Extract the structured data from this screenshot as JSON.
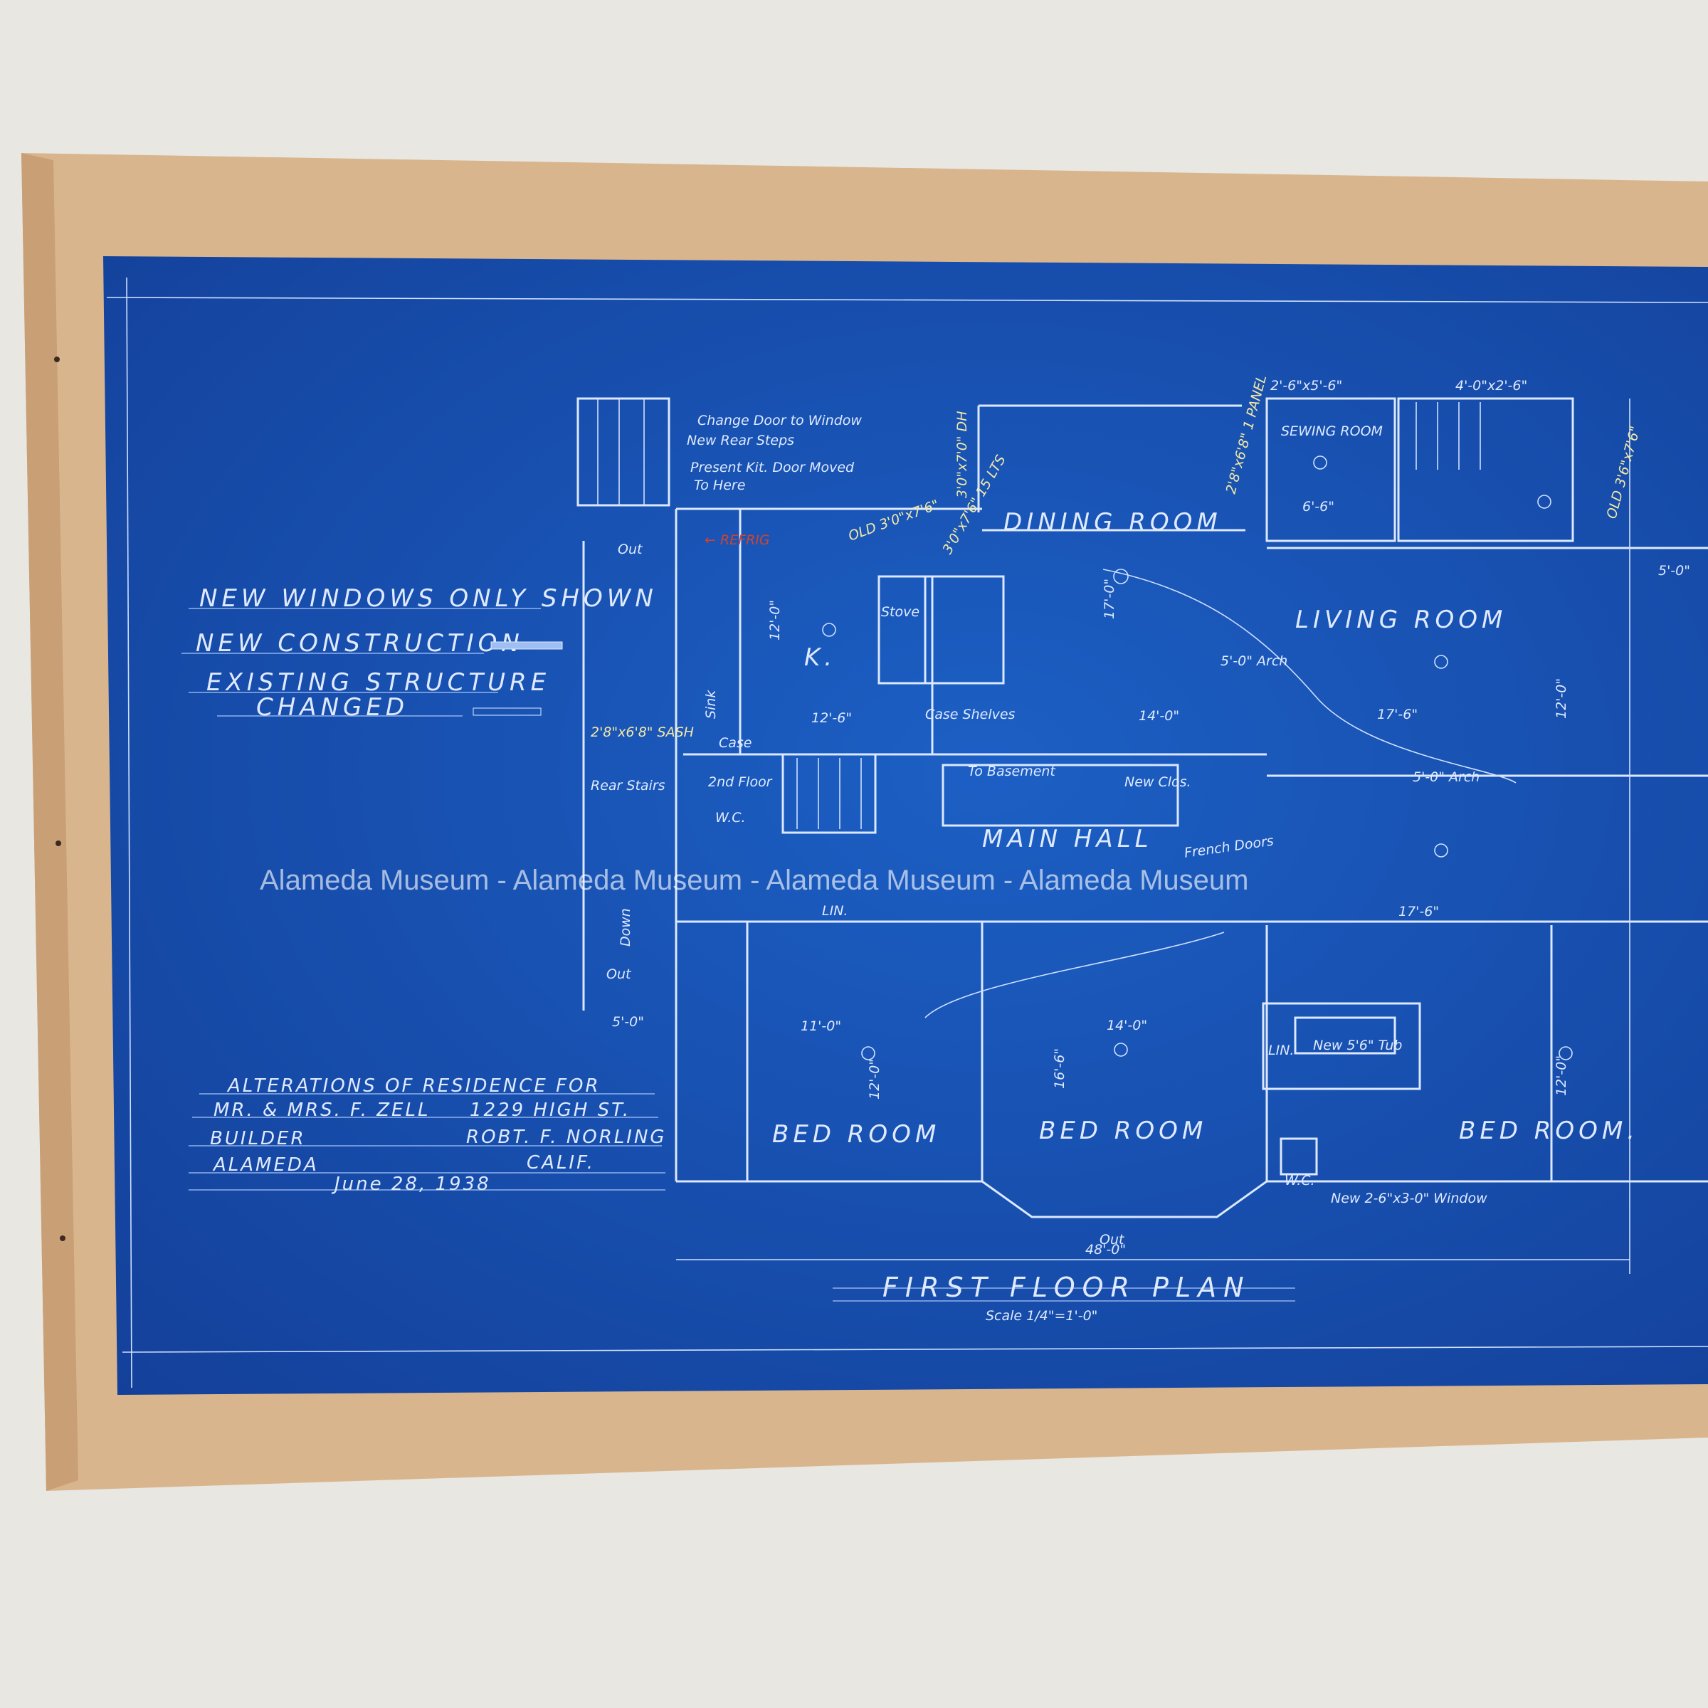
{
  "legend": {
    "line1": "NEW WINDOWS ONLY SHOWN",
    "line2": "NEW CONSTRUCTION",
    "line3": "EXISTING STRUCTURE",
    "line4": "CHANGED"
  },
  "title_block": {
    "line1": "ALTERATIONS OF RESIDENCE FOR",
    "owner": "MR. & MRS. F. ZELL",
    "address": "1229 HIGH ST.",
    "builder_label": "BUILDER",
    "builder": "ROBT. F. NORLING",
    "city": "ALAMEDA",
    "state": "CALIF.",
    "date": "June 28, 1938"
  },
  "notes": {
    "change_door": "Change Door to Window",
    "rear_steps": "New Rear Steps",
    "kit_door": "Present Kit. Door Moved",
    "to_here": "To Here",
    "refrig": "← REFRIG",
    "sash": "2'8\"x6'8\" SASH",
    "old_door": "OLD 3'0\"x7'6\"",
    "door_30": "3'0\"x7'6\" 15 LTS",
    "dh": "3'0\"x7'0\" DH",
    "panel": "2'8\"x6'8\" 1 PANEL",
    "old_right": "OLD 3'6\"x7'6\"",
    "new_window": "New 2-6\"x3-0\" Window",
    "new_tub": "New 5'6\" Tub",
    "french_doors": "French Doors"
  },
  "rooms": {
    "dining": "DINING ROOM",
    "living": "LIVING ROOM",
    "kitchen": "K.",
    "main_hall": "MAIN HALL",
    "sewing": "SEWING ROOM",
    "bed1": "BED ROOM",
    "bed2": "BED ROOM",
    "bed3": "BED ROOM."
  },
  "labels": {
    "out1": "Out",
    "out2": "Out",
    "out3": "Out",
    "stove": "Stove",
    "sink": "Sink",
    "case": "Case",
    "case_shelves": "Case  Shelves",
    "to_basement": "To Basement",
    "new_clos": "New Clos.",
    "rear_stairs": "Rear Stairs",
    "second_floor": "2nd Floor",
    "arch1": "5'-0\" Arch",
    "arch2": "5'-0\" Arch",
    "lin1": "LIN.",
    "lin2": "LIN.",
    "wc1": "W.C.",
    "wc2": "W.C.",
    "down": "Down"
  },
  "dimensions": {
    "d_12_6": "12'-6\"",
    "d_14_0a": "14'-0\"",
    "d_17_6a": "17'-6\"",
    "d_17_6b": "17'-6\"",
    "d_11_0": "11'-0\"",
    "d_14_0b": "14'-0\"",
    "d_5_0a": "5'-0\"",
    "d_5_0b": "5'-0\"",
    "d_12_0a": "12'-0\"",
    "d_17_0": "17'-0\"",
    "d_12_0b": "12'-0\"",
    "d_16_6": "16'-6\"",
    "d_12_0c": "12'-0\"",
    "d_12_0d": "12'-0\"",
    "d_48_0": "48'-0\"",
    "d_2_6": "2'-6\"x5'-6\"",
    "d_4_0": "4'-0\"x2'-6\"",
    "d_6_6": "6'-6\""
  },
  "plan_title": "FIRST FLOOR PLAN",
  "plan_scale": "Scale 1/4\"=1'-0\"",
  "watermark": "Alameda Museum - Alameda Museum - Alameda Museum - Alameda Museum",
  "colors": {
    "blueprint": "#1753b4",
    "paper": "#d8b48c",
    "background": "#e9e7e2"
  }
}
